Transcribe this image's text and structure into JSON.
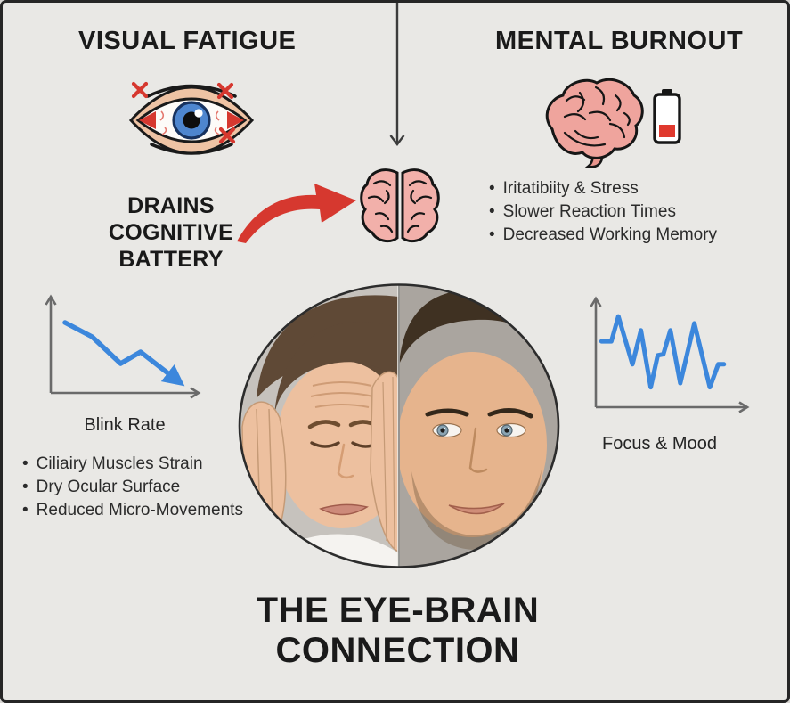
{
  "left_panel": {
    "title": "VISUAL FATIGUE",
    "drains_lines": [
      "DRAINS",
      "COGNITIVE",
      "BATTERY"
    ],
    "chart_label": "Blink Rate",
    "bullets": [
      "Ciliairy Muscles Strain",
      "Dry Ocular Surface",
      "Reduced Micro-Movements"
    ]
  },
  "right_panel": {
    "title": "MENTAL BURNOUT",
    "bullets": [
      "Iritatibiity & Stress",
      "Slower Reaction Times",
      "Decreased Working Memory"
    ],
    "chart_label": "Focus & Mood"
  },
  "footer": {
    "title_line1": "THE EYE-BRAIN",
    "title_line2": "CONNECTION"
  },
  "icons": {
    "eye": "bloodshot-eye-icon",
    "brain_side": "brain-side-icon",
    "battery_low": "low-battery-icon",
    "brain_top": "brain-top-view-icon",
    "red_arrow": "curved-red-arrow-icon",
    "down_connector": "down-arrow-connector",
    "center_photo": "split-face-photo (stressed woman left, calm man right)"
  },
  "colors": {
    "background": "#e9e8e5",
    "frame_border": "#262626",
    "heading_text": "#1b1b1b",
    "body_text": "#2b2b2b",
    "chart_line_blue": "#3c87dc",
    "axis_gray": "#6a6a6a",
    "accent_red": "#d63a2f",
    "brain_pink": "#efa49d",
    "skin_tone": "#ecc1a1"
  },
  "chart_data": [
    {
      "type": "line",
      "title": "Blink Rate",
      "trend": "steadily declining with small rebound, ends with downward arrow",
      "xlabel": "",
      "ylabel": "",
      "axes_labeled": false,
      "grid": false,
      "points_rel": [
        [
          0.1,
          0.79
        ],
        [
          0.29,
          0.63
        ],
        [
          0.49,
          0.33
        ],
        [
          0.63,
          0.46
        ],
        [
          0.88,
          0.15
        ]
      ],
      "arrow_end": true,
      "line_color": "#3c87dc"
    },
    {
      "type": "line",
      "title": "Focus & Mood",
      "trend": "erratic high-volatility oscillation",
      "xlabel": "",
      "ylabel": "",
      "axes_labeled": false,
      "grid": false,
      "points_rel": [
        [
          0.04,
          0.66
        ],
        [
          0.11,
          0.66
        ],
        [
          0.16,
          0.91
        ],
        [
          0.26,
          0.43
        ],
        [
          0.32,
          0.77
        ],
        [
          0.39,
          0.2
        ],
        [
          0.44,
          0.52
        ],
        [
          0.48,
          0.53
        ],
        [
          0.53,
          0.77
        ],
        [
          0.6,
          0.24
        ],
        [
          0.7,
          0.84
        ],
        [
          0.81,
          0.2
        ],
        [
          0.87,
          0.43
        ],
        [
          0.91,
          0.43
        ]
      ],
      "arrow_end": false,
      "line_color": "#3c87dc"
    }
  ]
}
